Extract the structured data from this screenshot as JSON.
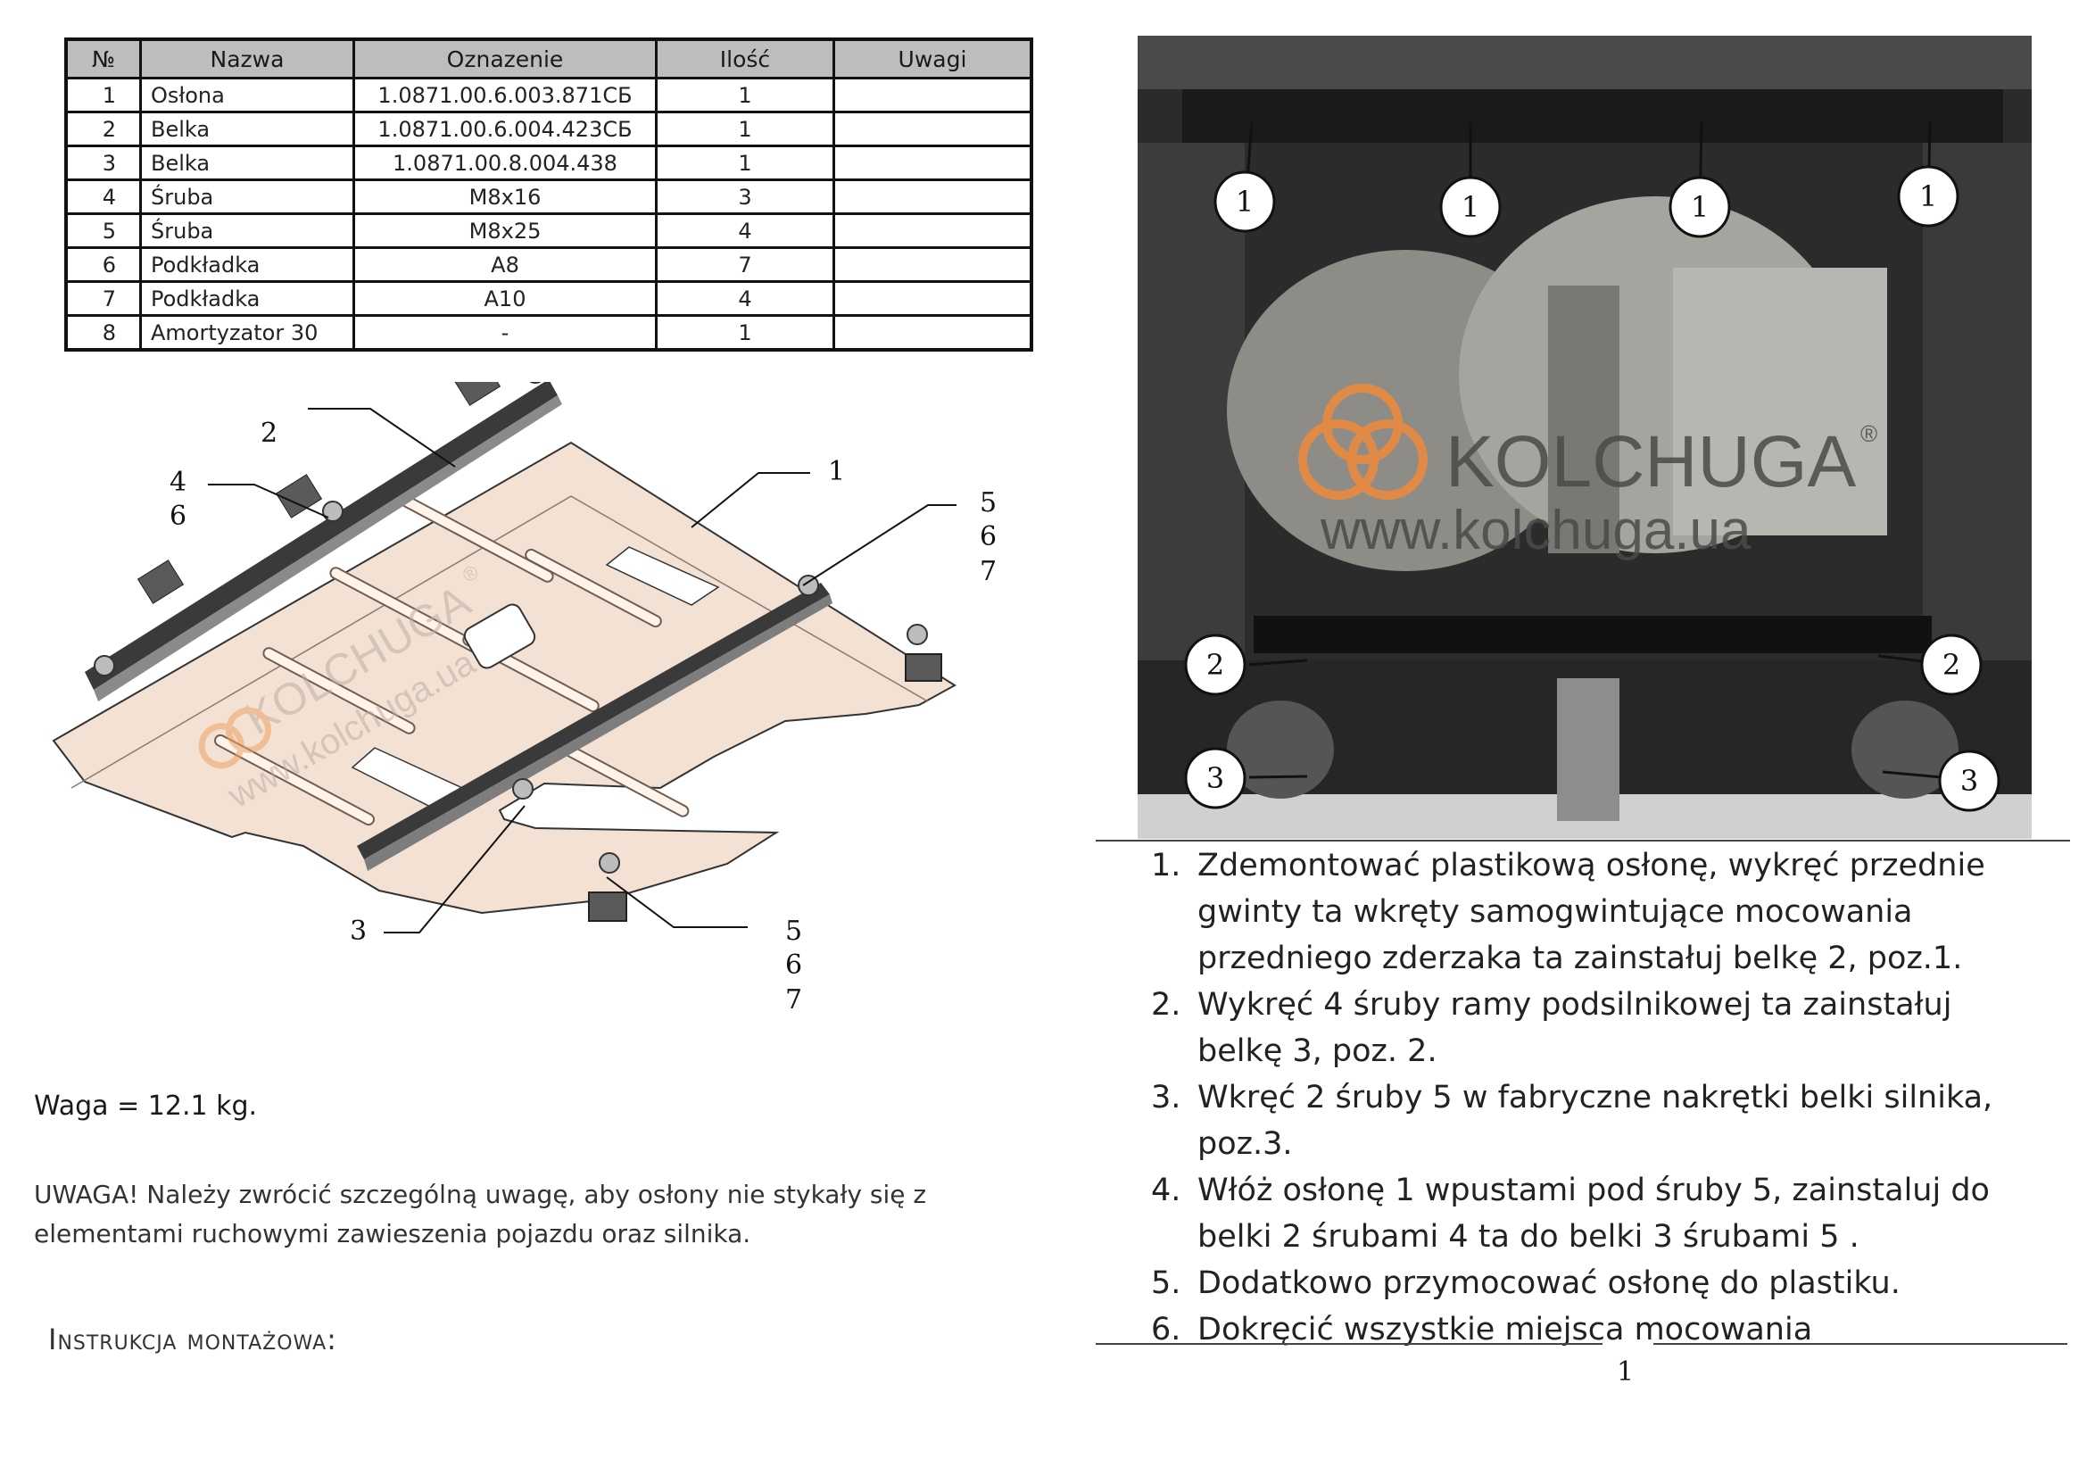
{
  "table": {
    "headers": [
      "№",
      "Nazwa",
      "Oznazenie",
      "Ilość",
      "Uwagi"
    ],
    "rows": [
      [
        "1",
        "Osłona",
        "1.0871.00.6.003.871СБ",
        "1",
        ""
      ],
      [
        "2",
        "Belka",
        "1.0871.00.6.004.423СБ",
        "1",
        ""
      ],
      [
        "3",
        "Belka",
        "1.0871.00.8.004.438",
        "1",
        ""
      ],
      [
        "4",
        "Śruba",
        "M8x16",
        "3",
        ""
      ],
      [
        "5",
        "Śruba",
        "M8x25",
        "4",
        ""
      ],
      [
        "6",
        "Podkładka",
        "A8",
        "7",
        ""
      ],
      [
        "7",
        "Podkładka",
        "A10",
        "4",
        ""
      ],
      [
        "8",
        "Amortyzator 30",
        "-",
        "1",
        ""
      ]
    ]
  },
  "diagram": {
    "watermark_brand": "KOLCHUGA",
    "watermark_url": "www.kolchuga.ua",
    "watermark_reg": "®",
    "callouts": {
      "c2": "2",
      "c46a": "4",
      "c46b": "6",
      "c1": "1",
      "c567a": "5",
      "c567b": "6",
      "c567c": "7",
      "c3": "3",
      "c567d": "5",
      "c567e": "6",
      "c567f": "7"
    }
  },
  "weight": "Waga = 12.1 kg.",
  "warning": "UWAGA! Należy zwrócić szczególną uwagę, aby osłony nie stykały się z elementami ruchowymi zawieszenia pojazdu oraz silnika.",
  "install_title": "Instrukcja montażowa:",
  "photo": {
    "brand": "KOLCHUGA",
    "reg": "®",
    "url": "www.kolchuga.ua",
    "markers": {
      "m1a": "1",
      "m1b": "1",
      "m1c": "1",
      "m1d": "1",
      "m2a": "2",
      "m2b": "2",
      "m3a": "3",
      "m3b": "3"
    }
  },
  "steps": [
    {
      "n": "1.",
      "text": "Zdemontować plastikową osłonę, wykręć przednie gwinty ta wkręty samogwintujące mocowania przedniego zderzaka ta zainstałuj belkę 2, poz.1."
    },
    {
      "n": "2.",
      "text": "Wykręć 4 śruby ramy podsilnikowej ta zainstałuj belkę 3, poz. 2."
    },
    {
      "n": "3.",
      "text": "Wkręć 2 śruby 5 w fabryczne nakrętki belki silnika, poz.3."
    },
    {
      "n": "4.",
      "text": "Włóż osłonę 1 wpustami pod śruby 5, zainstaluj do belki 2 śrubami 4 ta do belki 3 śrubami 5 ."
    },
    {
      "n": "5.",
      "text": "Dodatkowo przymocować osłonę do plastiku."
    },
    {
      "n": "6.",
      "text": "Dokręcić wszystkie miejsca mocowania"
    }
  ],
  "page_number": "1"
}
